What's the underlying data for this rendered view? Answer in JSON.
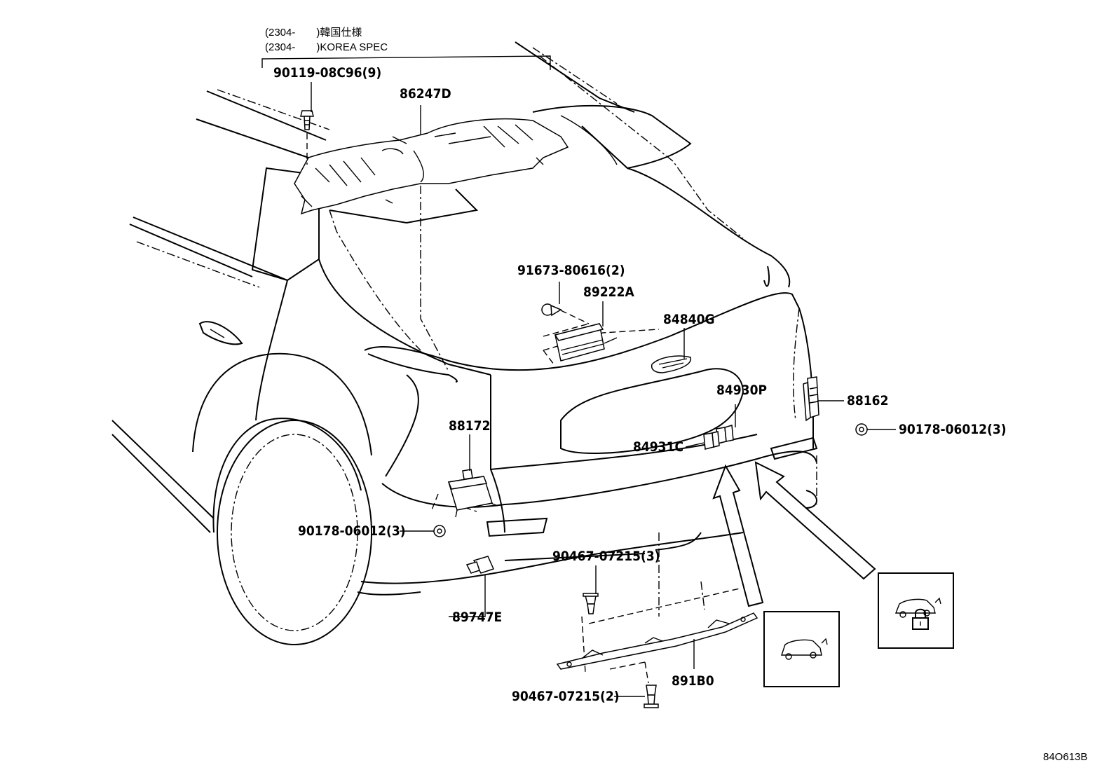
{
  "spec_note": {
    "line1": "(2304-　　)韓国仕様",
    "line2": "(2304-　　)KOREA SPEC"
  },
  "parts": {
    "p90119": "90119-08C96(9)",
    "p86247D": "86247D",
    "p91673": "91673-80616(2)",
    "p89222A": "89222A",
    "p84840G": "84840G",
    "p84930P": "84930P",
    "p84931C": "84931C",
    "p88162": "88162",
    "p90178_right": "90178-06012(3)",
    "p88172": "88172",
    "p90178_left": "90178-06012(3)",
    "p90467_3": "90467-07215(3)",
    "p89747E": "89747E",
    "p891B0": "891B0",
    "p90467_2": "90467-07215(2)"
  },
  "diagram_code": "84O613B",
  "icons": {
    "vehicle_rear_icon": "vehicle-rear-icon",
    "vehicle_lock_icon": "vehicle-lock-icon"
  }
}
